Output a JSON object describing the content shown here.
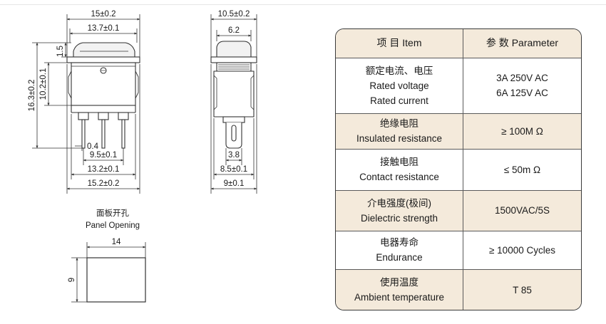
{
  "drawing": {
    "front_view": {
      "total_width": "15±0.2",
      "rocker_width": "13.7±0.1",
      "rocker_height": "1.5",
      "body_height": "10.2±0.1",
      "total_height": "16.3±0.2",
      "pin_thickness": "0.4",
      "pin_pitch": "9.5±0.1",
      "pin_span": "13.2±0.1",
      "bezel_width": "15.2±0.2"
    },
    "side_view": {
      "top_width": "10.5±0.2",
      "rocker_depth": "6.2",
      "terminal_width": "3.8",
      "body_depth": "8.5±0.1",
      "base_depth": "9±0.1"
    },
    "panel_opening": {
      "label_cn": "面板开孔",
      "label_en": "Panel Opening",
      "width": "14",
      "height": "9"
    }
  },
  "spec_table": {
    "header": {
      "item": "项 目  Item",
      "parameter": "参 数  Parameter"
    },
    "rows": [
      {
        "item_lines": [
          "额定电流、电压",
          "Rated voltage",
          "Rated current"
        ],
        "value_lines": [
          "3A 250V AC",
          "6A 125V AC"
        ],
        "shaded": false
      },
      {
        "item_lines": [
          "绝缘电阻",
          "Insulated resistance"
        ],
        "value_lines": [
          "≥ 100M Ω"
        ],
        "shaded": true
      },
      {
        "item_lines": [
          "接触电阻",
          "Contact resistance"
        ],
        "value_lines": [
          "≤ 50m Ω"
        ],
        "shaded": false
      },
      {
        "item_lines": [
          "介电强度(极间)",
          "Dielectric strength"
        ],
        "value_lines": [
          "1500VAC/5S"
        ],
        "shaded": true
      },
      {
        "item_lines": [
          "电器寿命",
          "Endurance"
        ],
        "value_lines": [
          "≥ 10000 Cycles"
        ],
        "shaded": false
      },
      {
        "item_lines": [
          "使用温度",
          "Ambient temperature"
        ],
        "value_lines": [
          "T 85"
        ],
        "shaded": true
      }
    ]
  }
}
